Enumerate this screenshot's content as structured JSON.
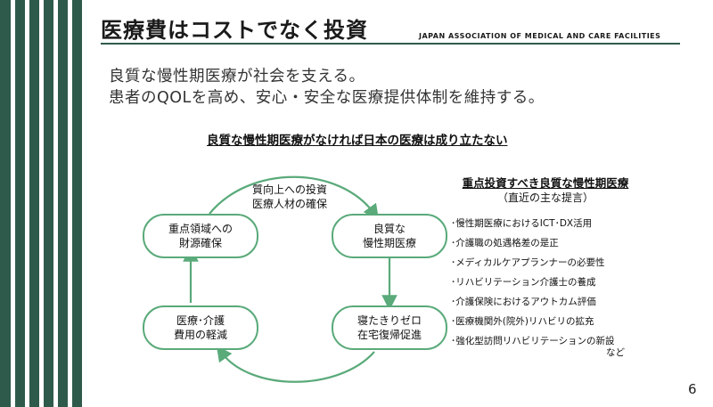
{
  "header": {
    "title": "医療費はコストでなく投資",
    "organization": "JAPAN ASSOCIATION OF MEDICAL AND CARE FACILITIES"
  },
  "lead": {
    "line1": "良質な慢性期医療が社会を支える。",
    "line2": "患者のQOLを高め、安心・安全な医療提供体制を維持する。"
  },
  "subheading": "良質な慢性期医療がなければ日本の医療は成り立たない",
  "cycle": {
    "center_line1": "質向上への投資",
    "center_line2": "医療人材の確保",
    "nodes": {
      "top_left": {
        "line1": "重点領域への",
        "line2": "財源確保"
      },
      "top_right": {
        "line1": "良質な",
        "line2": "慢性期医療"
      },
      "bottom_left": {
        "line1": "医療･介護",
        "line2": "費用の軽減"
      },
      "bottom_right": {
        "line1": "寝たきりゼロ",
        "line2": "在宅復帰促進"
      }
    }
  },
  "priorities": {
    "title": "重点投資すべき良質な慢性期医療",
    "subtitle": "（直近の主な提言）",
    "items": [
      "･慢性期医療におけるICT･DX活用",
      "･介護職の処遇格差の是正",
      "･メディカルケアプランナーの必要性",
      "･リハビリテーション介護士の養成",
      "･介護保険におけるアウトカム評価",
      "･医療機関外(院外)リハビリの拡充",
      "･強化型訪問リハビリテーションの新設"
    ],
    "etc": "など"
  },
  "page_number": "6",
  "colors": {
    "brand_green": "#2e5a4b",
    "accent_green": "#5aaa7a"
  }
}
